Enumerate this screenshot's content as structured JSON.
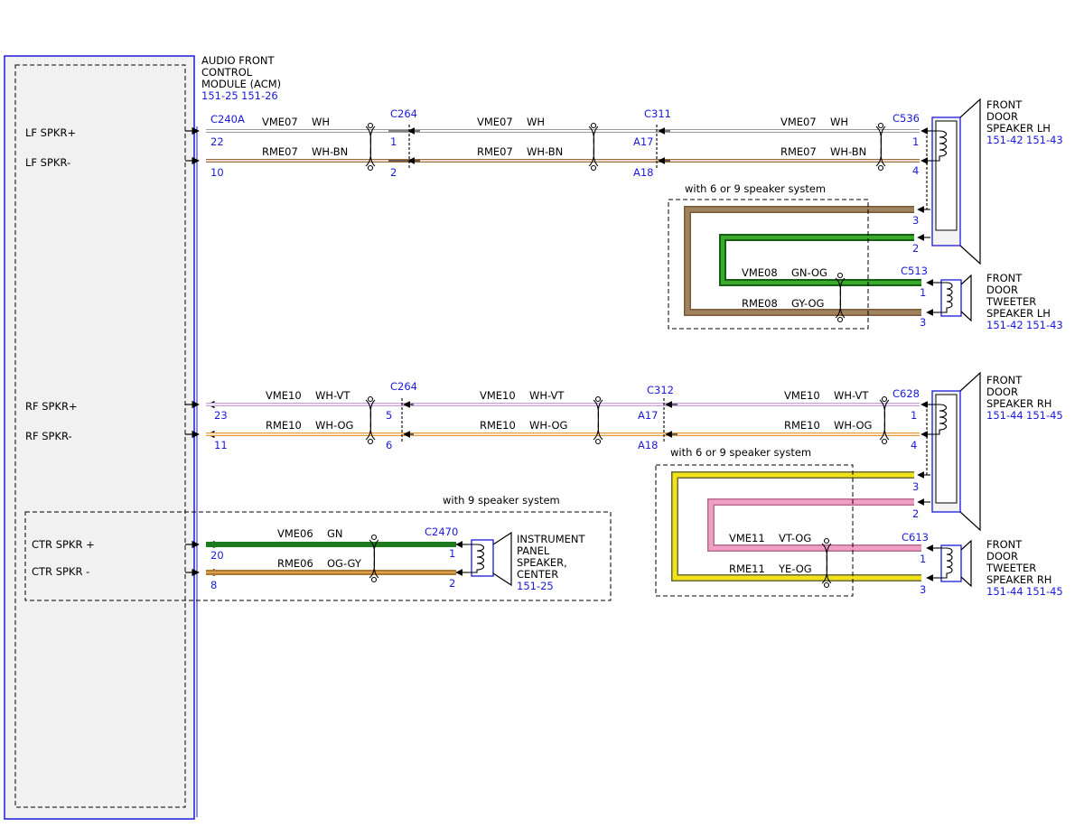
{
  "module": {
    "name_lines": [
      "AUDIO FRONT",
      "CONTROL",
      "MODULE (ACM)"
    ],
    "refs": [
      "151-25",
      "151-26"
    ],
    "connector": "C240A",
    "pin_labels": [
      "LF SPKR+",
      "LF SPKR-",
      "RF SPKR+",
      "RF SPKR-",
      "CTR SPKR +",
      "CTR SPKR -"
    ]
  },
  "options": {
    "six_or_nine": "with 6 or 9 speaker system",
    "nine": "with 9 speaker system"
  },
  "circuits": [
    {
      "id": "VME07",
      "color": "WH"
    },
    {
      "id": "RME07",
      "color": "WH-BN"
    },
    {
      "id": "VME08",
      "color": "GN-OG"
    },
    {
      "id": "RME08",
      "color": "GY-OG"
    },
    {
      "id": "VME10",
      "color": "WH-VT"
    },
    {
      "id": "RME10",
      "color": "WH-OG"
    },
    {
      "id": "VME11",
      "color": "VT-OG"
    },
    {
      "id": "RME11",
      "color": "YE-OG"
    },
    {
      "id": "VME06",
      "color": "GN"
    },
    {
      "id": "RME06",
      "color": "OG-GY"
    }
  ],
  "connectors": {
    "C264": "C264",
    "C311": "C311",
    "C536": "C536",
    "C513": "C513",
    "C312": "C312",
    "C628": "C628",
    "C613": "C613",
    "C2470": "C2470"
  },
  "pins": {
    "acm_22": "22",
    "acm_10": "10",
    "acm_23": "23",
    "acm_11": "11",
    "acm_20": "20",
    "acm_8": "8",
    "c264_1": "1",
    "c264_2": "2",
    "c264_5": "5",
    "c264_6": "6",
    "c311_a17": "A17",
    "c311_a18": "A18",
    "c312_a17": "A17",
    "c312_a18": "A18",
    "c536_1": "1",
    "c536_4": "4",
    "c536_3": "3",
    "c536_2": "2",
    "c513_1": "1",
    "c513_3": "3",
    "c628_1": "1",
    "c628_4": "4",
    "c628_3": "3",
    "c628_2": "2",
    "c613_1": "1",
    "c613_3": "3",
    "c2470_1": "1",
    "c2470_2": "2"
  },
  "components": {
    "front_door_speaker_lh": {
      "lines": [
        "FRONT",
        "DOOR",
        "SPEAKER LH"
      ],
      "refs": [
        "151-42",
        "151-43"
      ]
    },
    "front_door_tweeter_lh": {
      "lines": [
        "FRONT",
        "DOOR",
        "TWEETER",
        "SPEAKER LH"
      ],
      "refs": [
        "151-42",
        "151-43"
      ]
    },
    "front_door_speaker_rh": {
      "lines": [
        "FRONT",
        "DOOR",
        "SPEAKER RH"
      ],
      "refs": [
        "151-44",
        "151-45"
      ]
    },
    "front_door_tweeter_rh": {
      "lines": [
        "FRONT",
        "DOOR",
        "TWEETER",
        "SPEAKER RH"
      ],
      "refs": [
        "151-44",
        "151-45"
      ]
    },
    "instrument_panel_speaker": {
      "lines": [
        "INSTRUMENT",
        "PANEL",
        "SPEAKER,",
        "CENTER"
      ],
      "refs": [
        "151-25"
      ]
    }
  },
  "wire_colors": {
    "white": "#ffffff",
    "brown": "#9c6b3c",
    "violet": "#c8a0d8",
    "orange": "#e89a3c",
    "green": "#1e7a1e",
    "gray": "#8e8e8e",
    "yellow": "#f2e21a",
    "pink": "#e890b8",
    "connector_blue": "#1a1adc",
    "module_fill": "#f1f1f1"
  }
}
